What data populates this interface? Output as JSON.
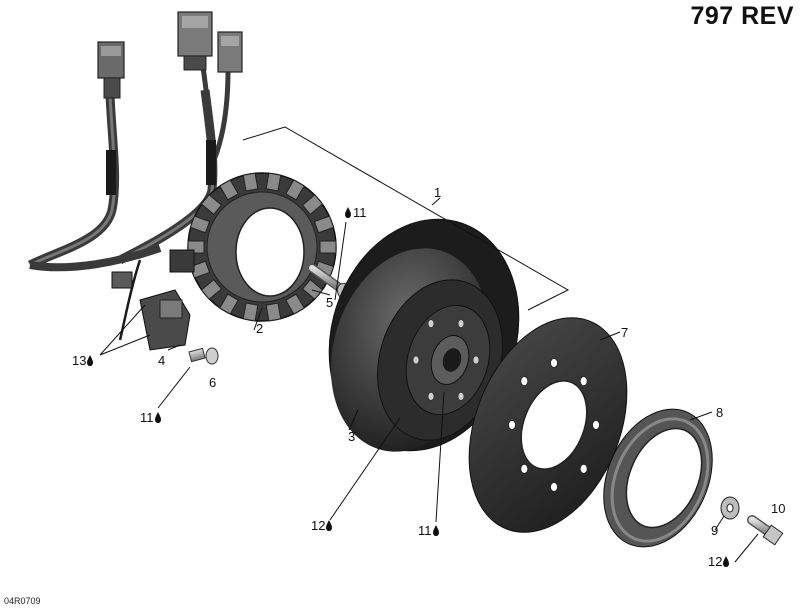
{
  "header": {
    "title": "797 REV"
  },
  "footer": {
    "drawing_code": "04R0709"
  },
  "callouts": {
    "c1": "1",
    "c2": "2",
    "c3": "3",
    "c4": "4",
    "c5": "5",
    "c6": "6",
    "c7": "7",
    "c8": "8",
    "c9": "9",
    "c10": "10",
    "c11_top": "11",
    "c11_left": "11",
    "c11_bottom": "11",
    "c12_left": "12",
    "c12_right": "12",
    "c13": "13"
  },
  "colors": {
    "part_dark": "#2a2a2a",
    "part_mid": "#5a5a5a",
    "line": "#111111"
  }
}
